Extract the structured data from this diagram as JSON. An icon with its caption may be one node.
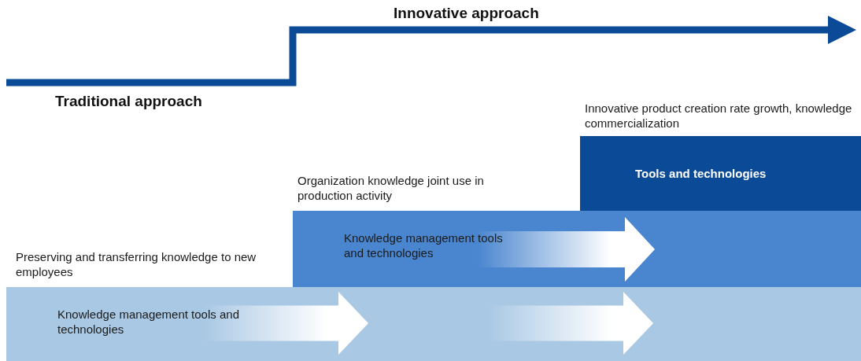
{
  "diagram": {
    "nodes": [
      {
        "text": [
          "Tools and technologies"
        ],
        "beside": [
          "Innovative product creation rate growth, knowledge commercialization"
        ]
      },
      {
        "text": [
          "Knowledge management tools and technologies"
        ],
        "beside": [
          "Organization knowledge joint use in production activity"
        ]
      },
      {
        "text": [
          "Knowledge management tools and technologies"
        ],
        "beside": [
          "Preserving and transferring knowledge to new employees"
        ]
      }
    ],
    "labels": [
      "Innovative approach",
      "Traditional approach"
    ]
  }
}
